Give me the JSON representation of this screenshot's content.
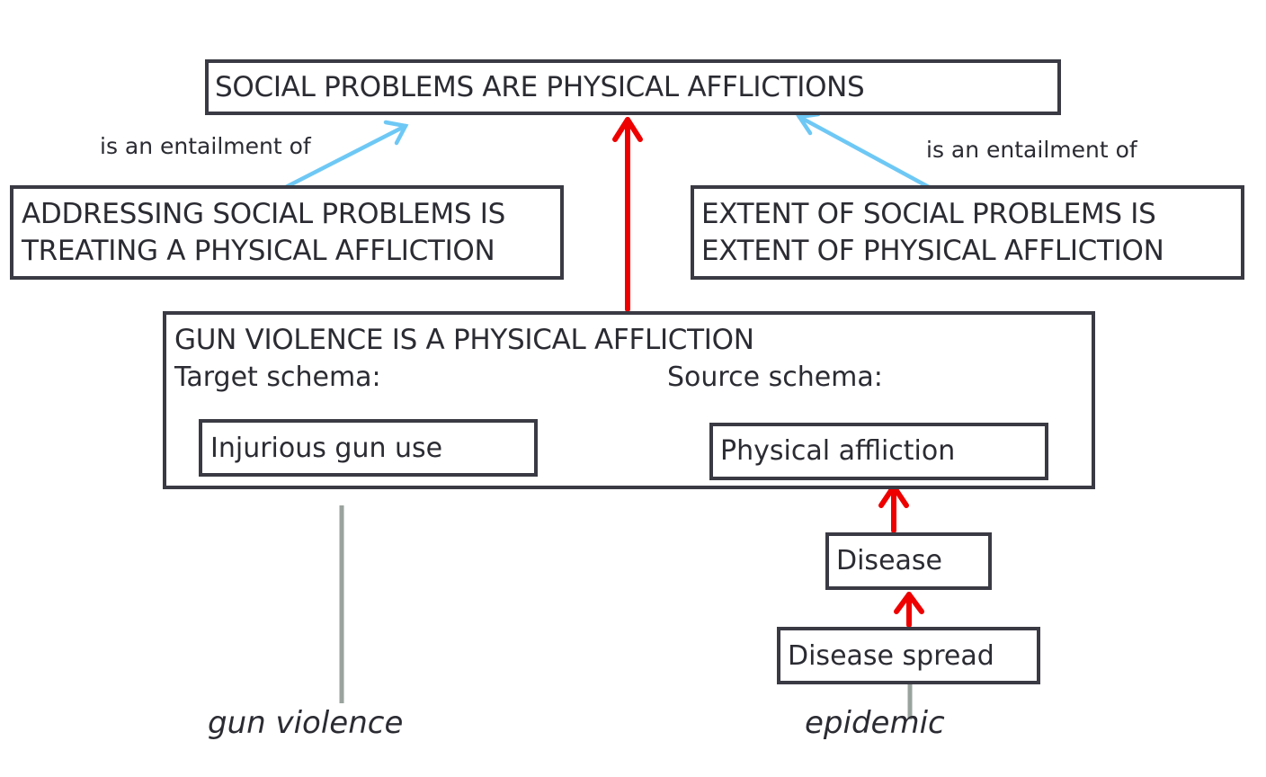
{
  "boxes": {
    "top_label": "SOCIAL PROBLEMS ARE PHYSICAL AFFLICTIONS",
    "left_line1": "ADDRESSING SOCIAL PROBLEMS IS",
    "left_line2": "TREATING A PHYSICAL AFFLICTION",
    "right_line1": "EXTENT OF  SOCIAL PROBLEMS IS",
    "right_line2": "EXTENT OF PHYSICAL AFFLICTION",
    "gun_title": "GUN VIOLENCE IS A PHYSICAL AFFLICTION",
    "target_schema": "Target schema:",
    "source_schema": "Source schema:",
    "injurious": "Injurious gun use",
    "physical_affliction": "Physical affliction",
    "disease": "Disease",
    "disease_spread": "Disease spread"
  },
  "labels": {
    "entailment_left": "is an entailment of",
    "entailment_right": "is an entailment of"
  },
  "words": {
    "gun_violence": "gun violence",
    "epidemic": "epidemic"
  },
  "colors": {
    "box_border": "#3a3a44",
    "entailment_arrow": "#6ec8f5",
    "inheritance_arrow": "#ee0000",
    "word_line": "#9aa39e"
  }
}
